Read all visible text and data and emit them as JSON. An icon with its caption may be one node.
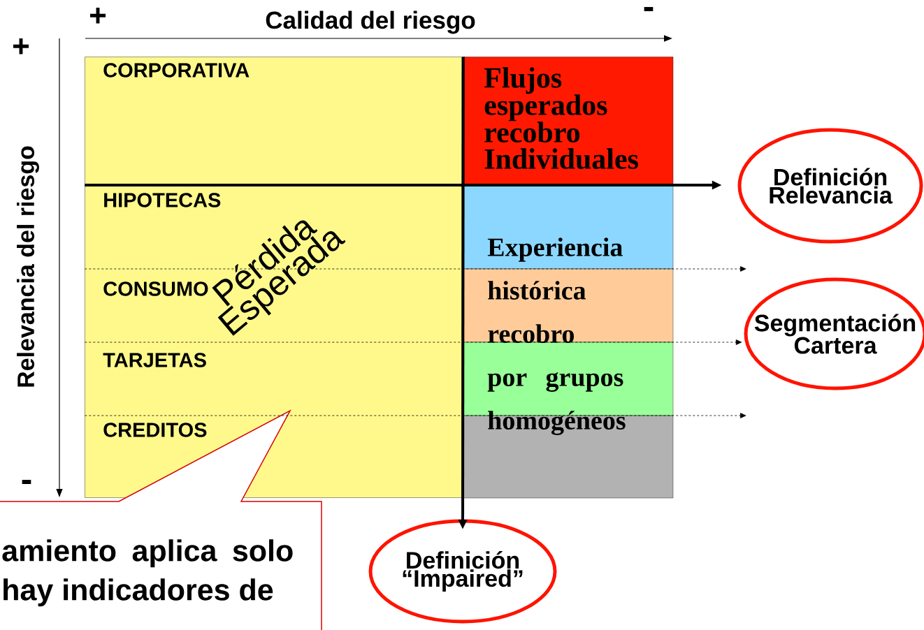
{
  "diagram": {
    "nodes": [
      {
        "text": [
          "CORPORATIVA",
          "HIPOTECAS",
          "CONSUMO",
          "TARJETAS",
          "CREDITOS",
          "Pérdida Esperada"
        ]
      },
      {
        "text": [
          "Flujos esperados recobro Individuales"
        ]
      },
      {
        "text": [
          "Experiencia histórica recobro por grupos homogéneos"
        ]
      },
      {
        "text": [
          "Definición Relevancia"
        ]
      },
      {
        "text": [
          "Segmentación Cartera"
        ]
      },
      {
        "text": [
          "Definición “Impaired”"
        ]
      },
      {
        "text": [
          "amiento aplica solo hay indicadores de"
        ]
      }
    ],
    "edges": [
      {
        "from": 0,
        "to": 3,
        "arrow": "to",
        "style": "thick"
      },
      {
        "from": 1,
        "to": 5,
        "arrow": "to",
        "style": "thick"
      },
      {
        "from": 0,
        "to": null,
        "arrow": "to",
        "style": "dashed"
      },
      {
        "from": 0,
        "to": 4,
        "arrow": "to",
        "style": "dashed"
      },
      {
        "from": 0,
        "to": null,
        "arrow": "to",
        "style": "dashed"
      }
    ],
    "labels": [
      "+",
      "Calidad del riesgo",
      "-",
      "+",
      "Relevancia del riesgo",
      "-"
    ]
  }
}
